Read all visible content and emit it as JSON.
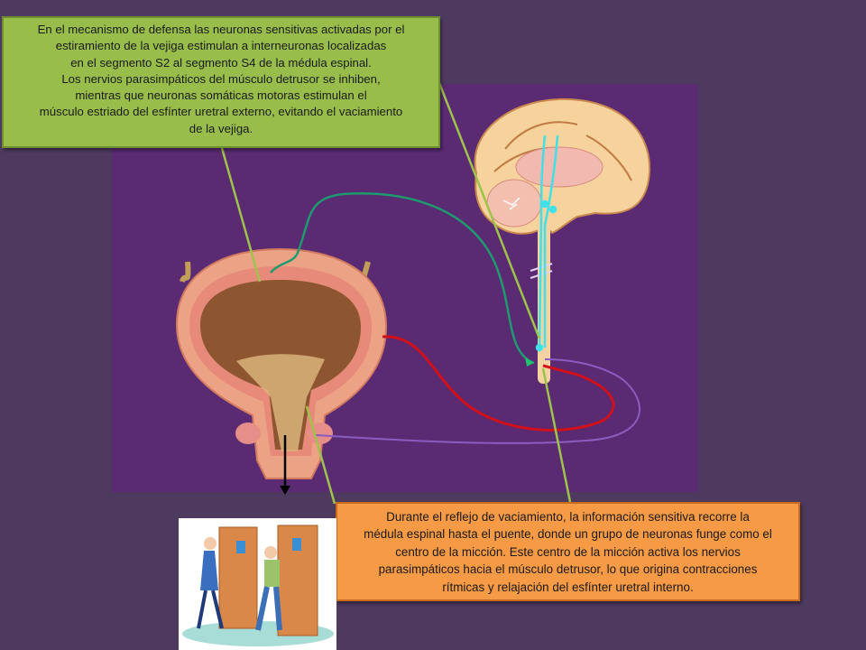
{
  "slide": {
    "background_color": "#4e3a5f",
    "panel_color": "#5a2b72"
  },
  "callout_storage": {
    "color": "#98bd4a",
    "lines": [
      "En el mecanismo de defensa las  neuronas sensitivas  activadas por el",
      "estiramiento de la vejiga estimulan a interneuronas localizadas",
      "en el segmento S2 al segmento S4 de la médula espinal.",
      "Los nervios parasimpáticos del músculo detrusor  se inhiben,",
      "mientras que neuronas somáticas motoras estimulan el",
      "músculo estriado del esfínter uretral externo,  evitando el vaciamiento",
      "de la vejiga."
    ]
  },
  "callout_voiding": {
    "color": "#f79a45",
    "lines": [
      "Durante el reflejo de vaciamiento, la información sensitiva recorre la",
      "médula espinal hasta el puente, donde un grupo de neuronas funge como el",
      "centro de la micción. Este centro de la micción activa los nervios",
      "parasimpáticos hacia el músculo detrusor, lo que origina contracciones",
      "rítmicas y relajación del esfínter uretral interno."
    ]
  },
  "diagram": {
    "structures": [
      "bladder",
      "urethra",
      "external-sphincter",
      "brain",
      "spinal-cord"
    ],
    "pathways": [
      {
        "name": "sensory-pathway",
        "color": "#1f9a6e"
      },
      {
        "name": "parasympathetic-pathway",
        "color": "#d0101a"
      },
      {
        "name": "somatic-pathway",
        "color": "#8a5cc0"
      },
      {
        "name": "ascending-descending-tracts",
        "color": "#3fe0e8"
      },
      {
        "name": "leader-lines",
        "color": "#9fc24c"
      }
    ]
  },
  "illustration": {
    "description": "cartoon of two people urgently waiting at restroom doors"
  }
}
